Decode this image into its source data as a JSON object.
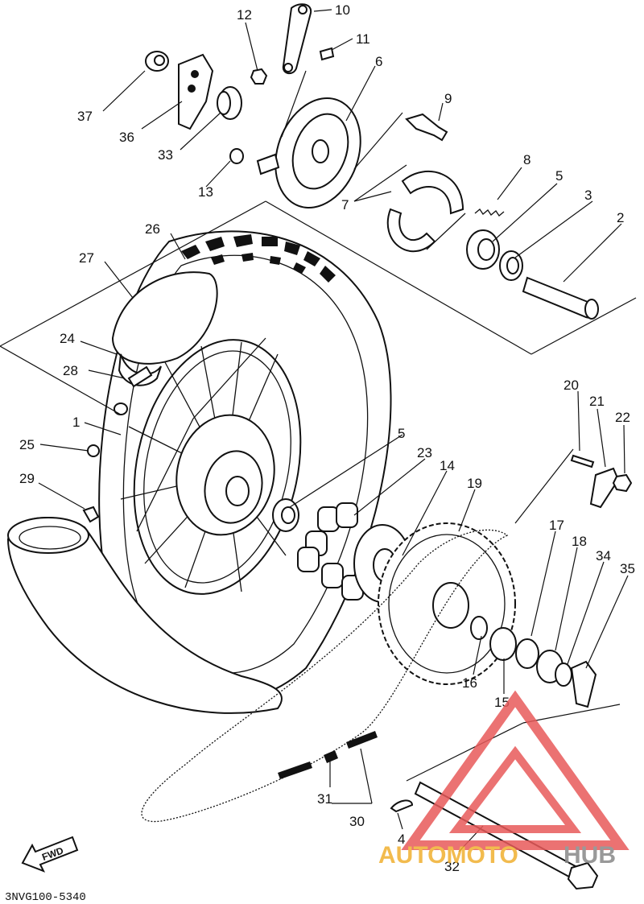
{
  "diagram": {
    "drawing_code": "3NVG100-5340",
    "direction_arrow": "FWD",
    "part_labels": [
      "1",
      "2",
      "3",
      "4",
      "5",
      "5",
      "6",
      "7",
      "8",
      "9",
      "10",
      "11",
      "12",
      "13",
      "14",
      "15",
      "16",
      "17",
      "18",
      "19",
      "20",
      "21",
      "22",
      "23",
      "24",
      "25",
      "26",
      "27",
      "28",
      "29",
      "30",
      "31",
      "32",
      "33",
      "34",
      "35",
      "36",
      "37"
    ]
  },
  "watermark": {
    "text_a": "AUTOMOTO",
    "text_b": "HUB",
    "color_a": "#f0b030",
    "color_b": "#888888",
    "logo_color": "#e85a5a"
  }
}
